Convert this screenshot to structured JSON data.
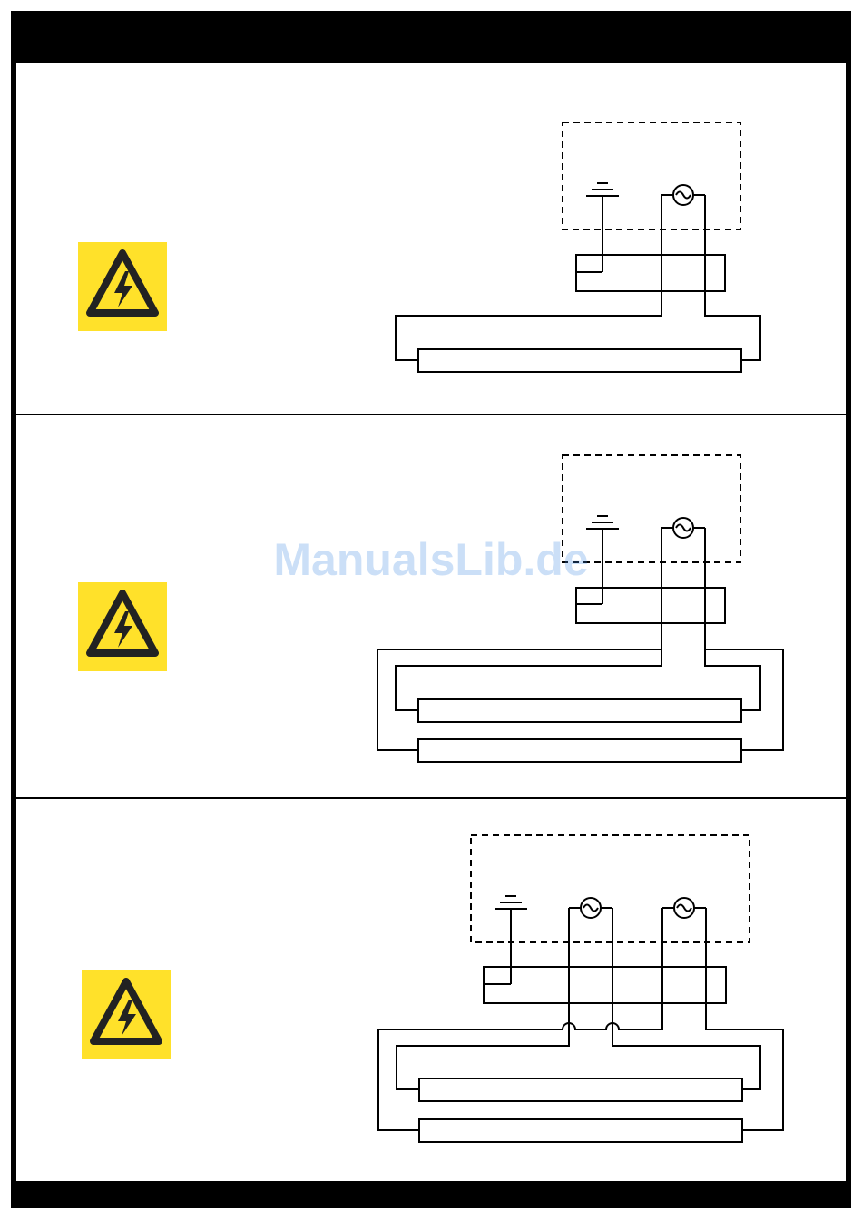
{
  "page": {
    "watermark": "ManualsLib.de"
  },
  "colors": {
    "frame": "#000000",
    "warning_fill": "#ffe12a",
    "warning_symbol": "#222222",
    "watermark": "#468ce1"
  },
  "icons": [
    "electric-hazard-icon",
    "ground-symbol",
    "ac-source-symbol"
  ],
  "diagrams": [
    {
      "id": "single-lamp",
      "lamps": 1,
      "ac_sources": 1
    },
    {
      "id": "two-lamp",
      "lamps": 2,
      "ac_sources": 1
    },
    {
      "id": "two-lamp-dual-source",
      "lamps": 2,
      "ac_sources": 2
    }
  ]
}
